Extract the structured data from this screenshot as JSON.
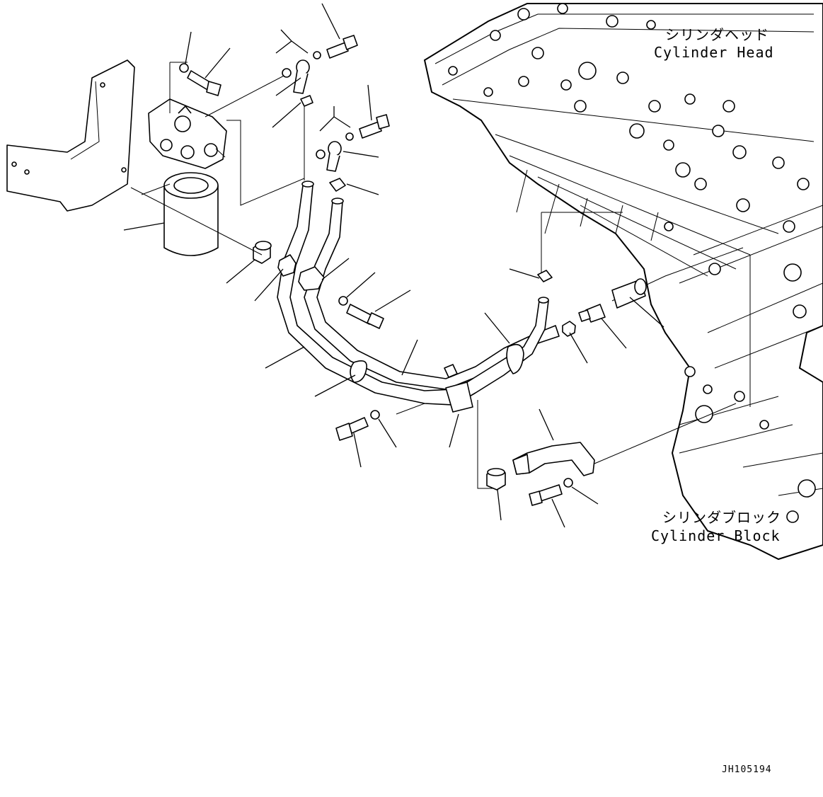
{
  "labels": {
    "cylinder_head_jp": "シリンダヘッド",
    "cylinder_head_en": "Cylinder Head",
    "cylinder_block_jp": "シリンダブロック",
    "cylinder_block_en": "Cylinder Block"
  },
  "drawing_code": "JH105194"
}
